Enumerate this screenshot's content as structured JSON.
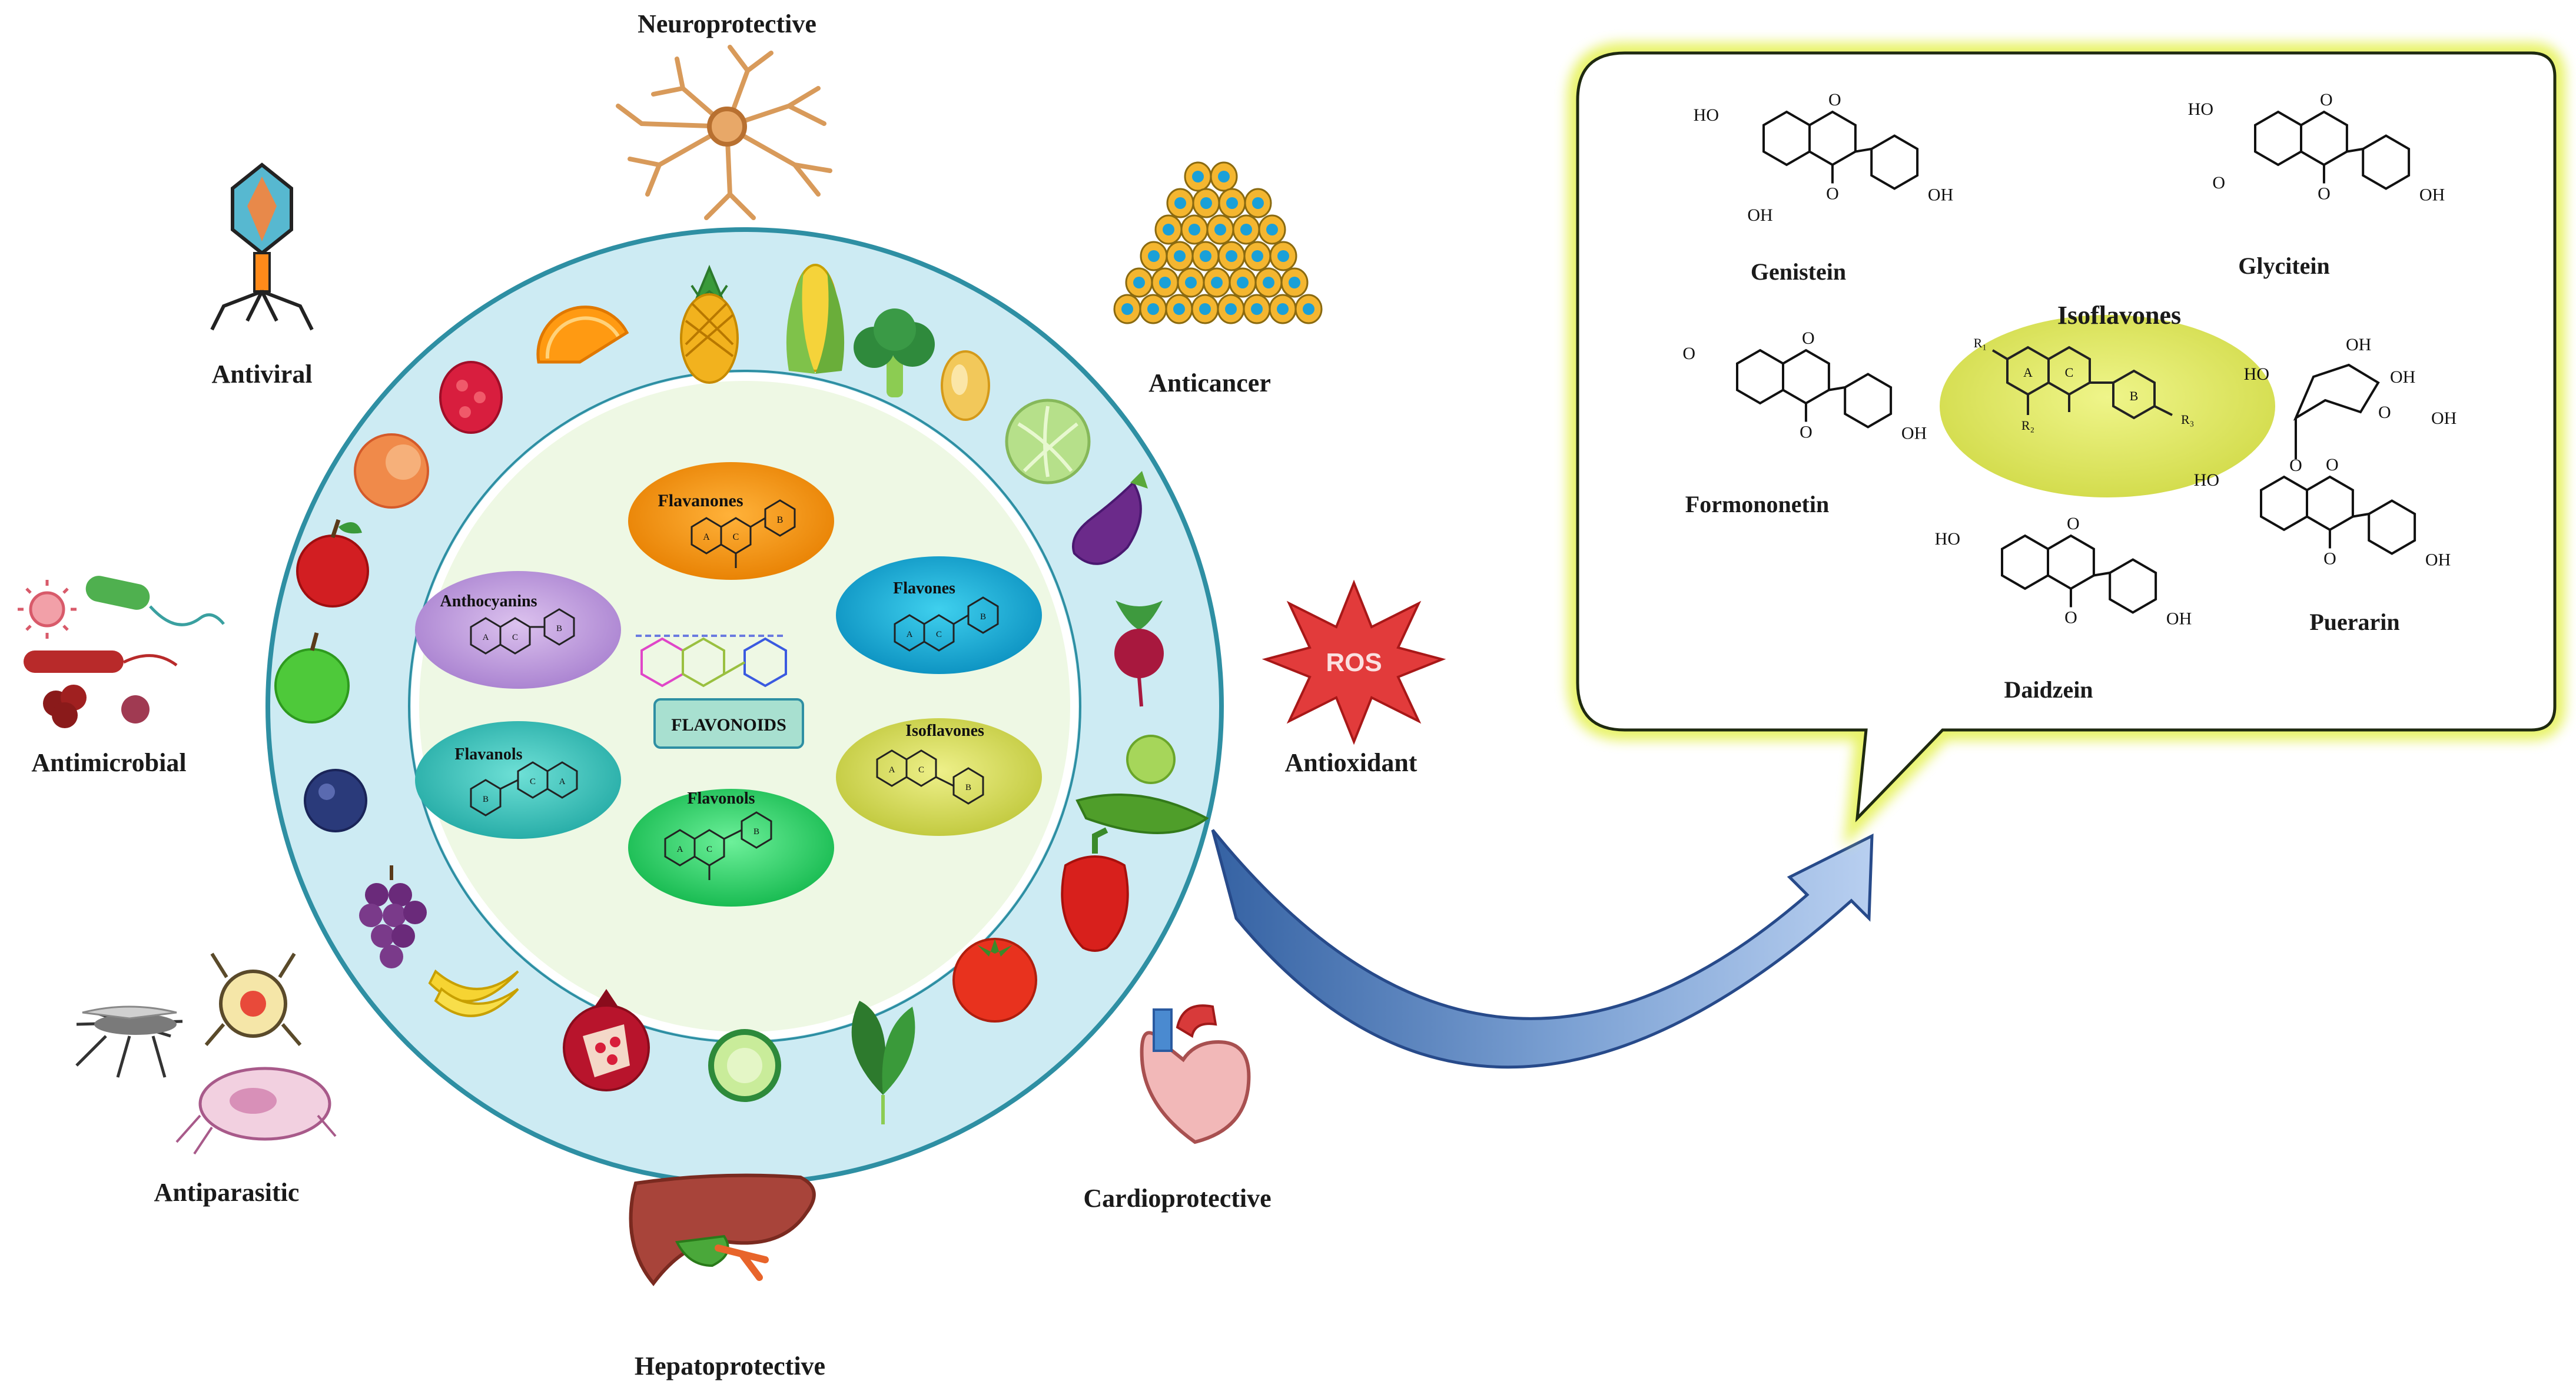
{
  "activities": {
    "neuroprotective": "Neuroprotective",
    "antiviral": "Antiviral",
    "anticancer": "Anticancer",
    "antimicrobial": "Antimicrobial",
    "antioxidant": "Antioxidant",
    "antiparasitic": "Antiparasitic",
    "cardioprotective": "Cardioprotective",
    "hepatoprotective": "Hepatoprotective",
    "ros": "ROS"
  },
  "classes": {
    "center": "FLAVONOIDS",
    "flavanones": "Flavanones",
    "anthocyanins": "Anthocyanins",
    "flavones": "Flavones",
    "flavanols": "Flavanols",
    "isoflavones": "Isoflavones",
    "flavonols": "Flavonols"
  },
  "ring_labels": {
    "a": "A",
    "b": "B",
    "c": "C"
  },
  "isoflavone_panel": {
    "title": "Isoflavones",
    "compounds": {
      "genistein": "Genistein",
      "glycitein": "Glycitein",
      "formononetin": "Formononetin",
      "daidzein": "Daidzein",
      "puerarin": "Puerarin"
    },
    "substituents": {
      "oh": "OH",
      "ho": "HO",
      "o": "O",
      "r1": "R₁",
      "r2": "R₂",
      "r3": "R₃"
    }
  },
  "colors": {
    "outer_ring": "#cdebf3",
    "outer_ring_border": "#2e8fa3",
    "inner_disc": "#eef8e4",
    "flavanones": "#f59a0c",
    "anthocyanins": "#c9a6e0",
    "flavones": "#1fb3d8",
    "flavanols": "#3ec9c0",
    "isoflavones": "#d7dd52",
    "flavonols": "#2ed66a",
    "panel_glow": "#e6f25a",
    "arrow": "#3a6aa8",
    "ros": "#e23b3b"
  }
}
